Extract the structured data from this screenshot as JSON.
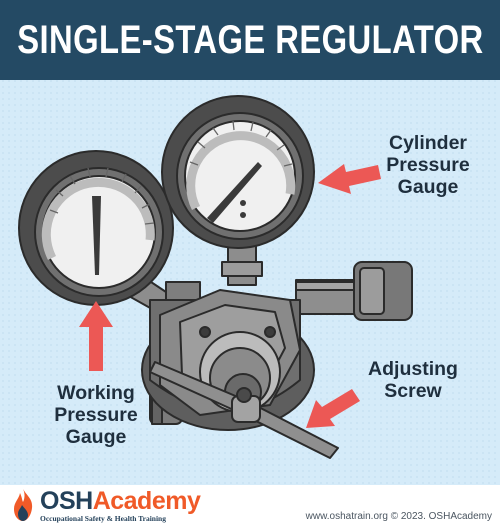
{
  "header": {
    "title": "SINGLE-STAGE REGULATOR"
  },
  "labels": {
    "cylinder_gauge": [
      "Cylinder",
      "Pressure",
      "Gauge"
    ],
    "working_gauge": [
      "Working",
      "Pressure",
      "Gauge"
    ],
    "adjusting_screw": [
      "Adjusting",
      "Screw"
    ]
  },
  "footer": {
    "logo_osh": "OSH",
    "logo_academy": "Academy",
    "logo_tagline": "Occupational Safety & Health Training",
    "copyright": "www.oshatrain.org © 2023. OSHAcademy"
  },
  "colors": {
    "header_bg": "#244a64",
    "panel_bg": "#d5ebf9",
    "arrow": "#ec5855",
    "label_text": "#1f2f3e",
    "logo_orange": "#f05a28",
    "logo_navy": "#24415a"
  },
  "icons": [
    "flame-logo-icon"
  ]
}
